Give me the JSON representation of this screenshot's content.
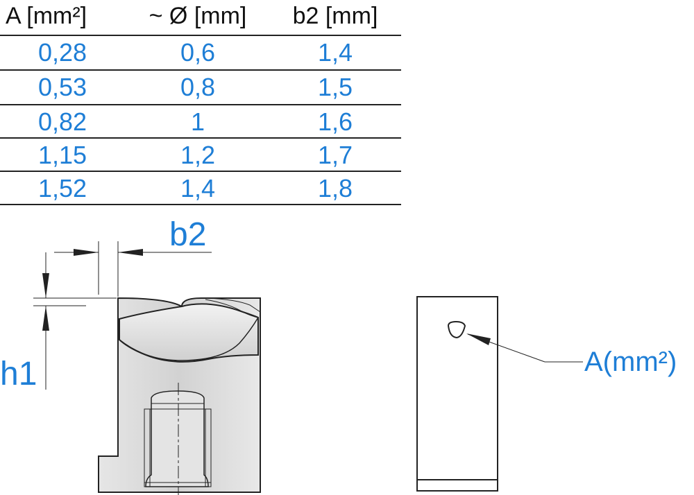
{
  "table": {
    "headers": [
      "A [mm²]",
      "~ Ø [mm]",
      "b2 [mm]"
    ],
    "rows": [
      [
        "0,28",
        "0,6",
        "1,4"
      ],
      [
        "0,53",
        "0,8",
        "1,5"
      ],
      [
        "0,82",
        "1",
        "1,6"
      ],
      [
        "1,15",
        "1,2",
        "1,7"
      ],
      [
        "1,52",
        "1,4",
        "1,8"
      ]
    ]
  },
  "drawing": {
    "label_b2": "b2",
    "label_h1": "h1",
    "label_area": "A(mm²)"
  },
  "colors": {
    "accent": "#1e7ed6",
    "line": "#222222",
    "body_fill": "#d9d9d9"
  }
}
